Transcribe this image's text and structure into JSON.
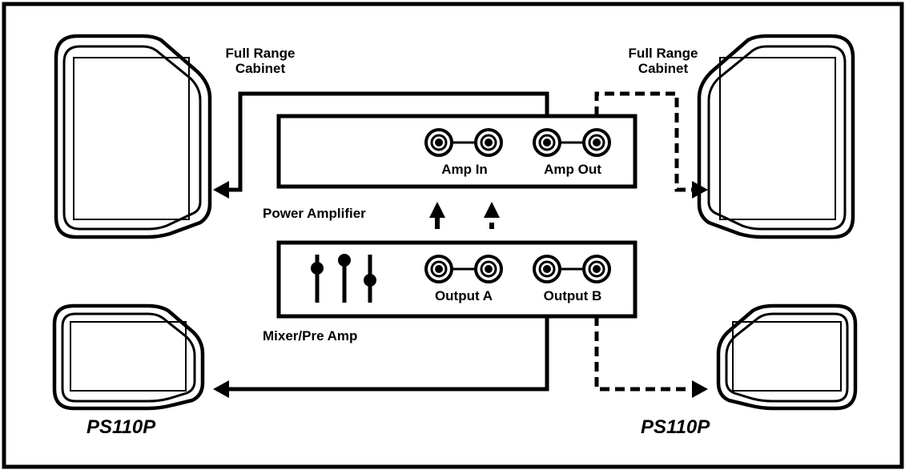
{
  "labels": {
    "cabinet_left": [
      "Full Range",
      "Cabinet"
    ],
    "cabinet_right": [
      "Full Range",
      "Cabinet"
    ],
    "amp_in": "Amp In",
    "amp_out": "Amp Out",
    "power_amp": "Power Amplifier",
    "output_a": "Output A",
    "output_b": "Output B",
    "mixer": "Mixer/Pre Amp",
    "model_left": "PS110P",
    "model_right": "PS110P"
  },
  "colors": {
    "line": "#000000",
    "background": "#ffffff"
  },
  "icons": {
    "jack": "quarter-inch-jack-icon",
    "fader": "mixer-fader-icon",
    "speaker": "speaker-cabinet-icon",
    "arrow": "signal-arrow-icon"
  }
}
